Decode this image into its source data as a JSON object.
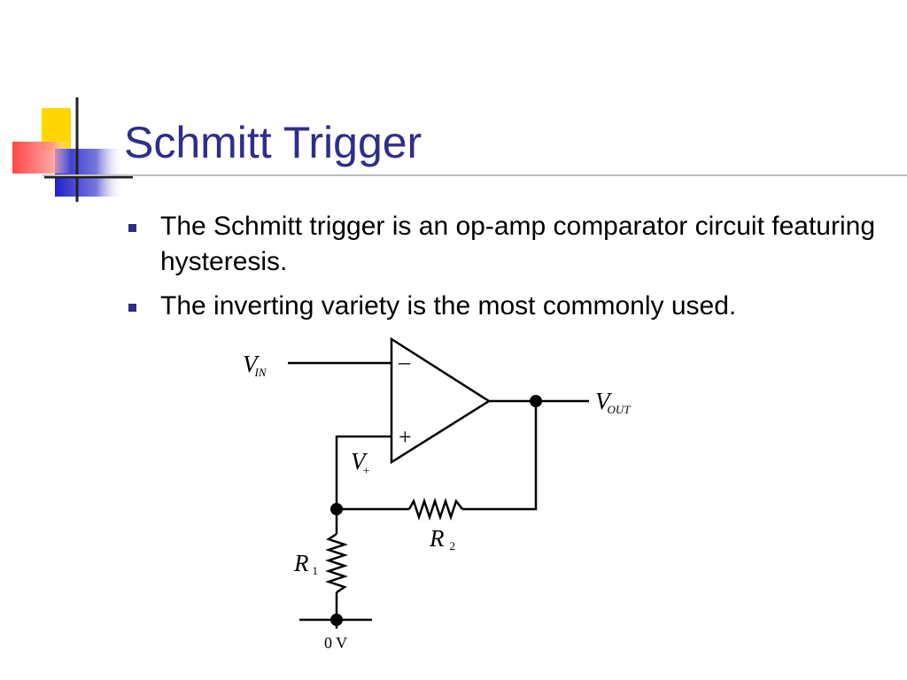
{
  "slide": {
    "title": "Schmitt Trigger",
    "bullets": [
      "The Schmitt trigger is an op-amp comparator circuit featuring hysteresis.",
      "The inverting variety is the most commonly used."
    ]
  },
  "circuit": {
    "vin": {
      "symbol": "V",
      "subscript": "IN"
    },
    "vout": {
      "symbol": "V",
      "subscript": "OUT"
    },
    "vplus": {
      "symbol": "V",
      "subscript": "+"
    },
    "r1": {
      "symbol": "R",
      "subscript": "1"
    },
    "r2": {
      "symbol": "R",
      "subscript": "2"
    },
    "minus_sign": "–",
    "plus_sign": "+",
    "ground_label": "0 V"
  },
  "colors": {
    "title": "#2e2e8a",
    "bullet": "#2e2e8a",
    "deco_yellow": "#ffd700",
    "deco_blue": "#3333cc",
    "deco_red": "#ff4d4d"
  }
}
